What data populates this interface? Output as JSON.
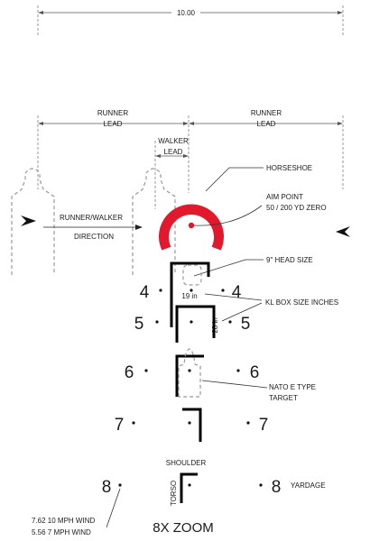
{
  "diagram": {
    "top_dimension": "10.00",
    "runner_lead_left": [
      "RUNNER",
      "LEAD"
    ],
    "runner_lead_right": [
      "RUNNER",
      "LEAD"
    ],
    "walker_lead": [
      "WALKER",
      "LEAD"
    ],
    "direction": [
      "RUNNER/WALKER",
      "DIRECTION"
    ],
    "callouts": {
      "horseshoe": "HORSESHOE",
      "aim_point": [
        "AIM POINT",
        "50 / 200 YD ZERO"
      ],
      "head_size": "9\" HEAD SIZE",
      "kl_box": "KL BOX SIZE INCHES",
      "nato": [
        "NATO E TYPE",
        "TARGET"
      ],
      "shoulder": "SHOULDER",
      "torso": "TORSO",
      "yardage": "YARDAGE",
      "wind": [
        "7.62 10 MPH WIND",
        "5.56  7 MPH WIND"
      ]
    },
    "box_dims": {
      "width": "19 in",
      "height": "28 in"
    },
    "yardage_rows": [
      {
        "left": "4",
        "right": "4"
      },
      {
        "left": "5",
        "right": "5"
      },
      {
        "left": "6",
        "right": "6"
      },
      {
        "left": "7",
        "right": "7"
      },
      {
        "left": "8",
        "right": "8"
      }
    ],
    "zoom": "8X ZOOM",
    "colors": {
      "horseshoe": "#e2192c",
      "ink": "#000000",
      "dimension": "#555555",
      "ghost": "#999999"
    }
  }
}
